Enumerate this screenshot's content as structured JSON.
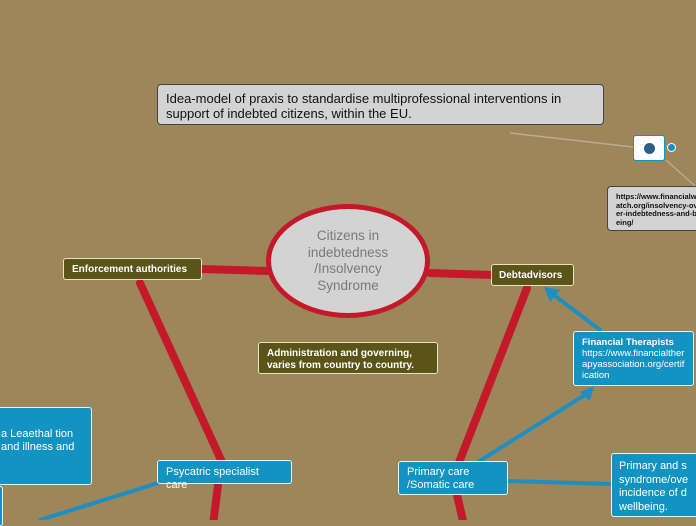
{
  "title": "Idea-model of praxis to standardise multiprofessional interventions in support of indebted citizens, within the EU.",
  "center": "Citizens in indebtedness /Insolvency Syndrome",
  "link_text": "https://www.financialwatch.org/insolvency-over-indebtedness-and-being/",
  "nodes": {
    "enforcement": "Enforcement authorities",
    "debtadvisors": "Debtadvisors",
    "administration": "Administration and governing, varies from country to country.",
    "financial_title": "Financial Therapists",
    "financial_url": "https://www.financialtherapyassociation.org/certification",
    "psychiatric": "Psycatric specialist care",
    "primary": "Primary care /Somatic care",
    "left_partial": "a Leaethal tion and illness and",
    "right_partial": "Primary and s syndrome/ove incidence of d wellbeing."
  },
  "colors": {
    "background": "#9d865a",
    "main_branch": "#c4182b",
    "sub_branch": "#1e8fc0",
    "olive_node": "#5a5418",
    "blue_node": "#1393c1"
  },
  "icons": [
    "globe-icon",
    "link-icon"
  ]
}
